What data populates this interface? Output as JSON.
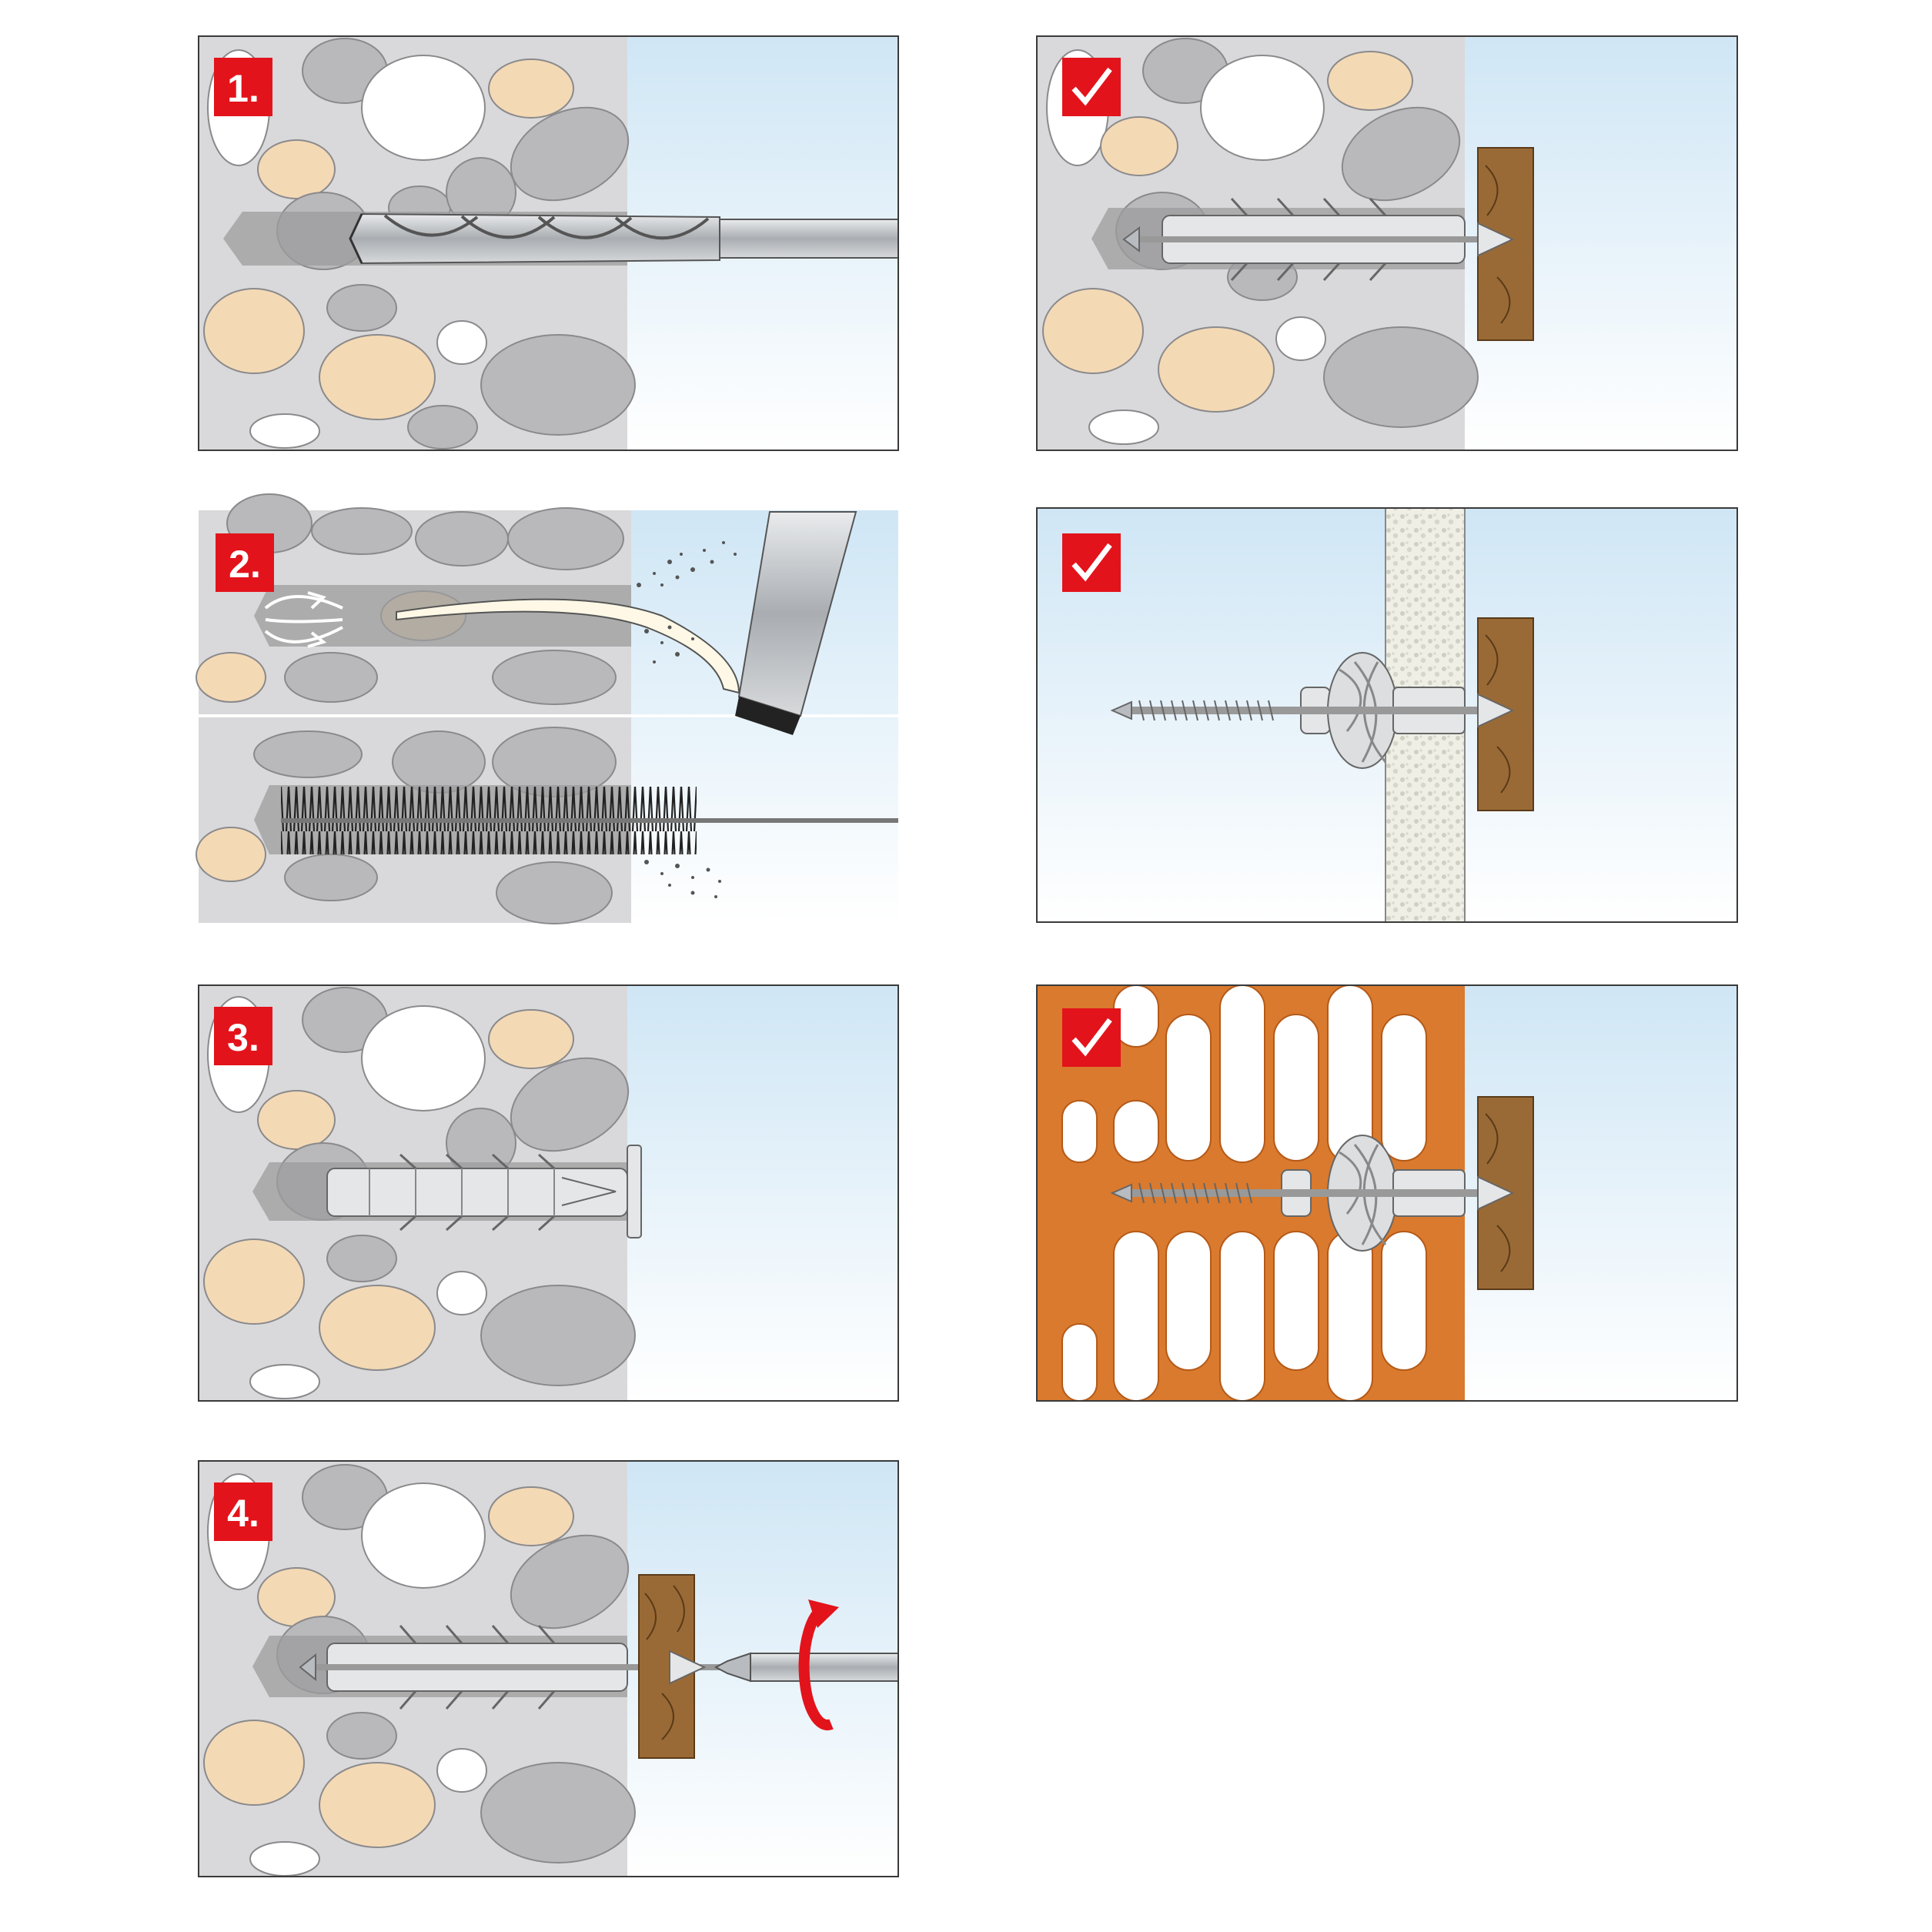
{
  "colors": {
    "background": "#ffffff",
    "panel_border": "#3a3a3a",
    "wall_concrete": "#d9d9db",
    "stone_grey": "#b9b9bb",
    "stone_sand": "#f4d9b5",
    "stone_white": "#ffffff",
    "sky_top": "#cfe6f5",
    "sky_bottom": "#ffffff",
    "badge_red": "#e3131b",
    "wood": "#9a6a36",
    "brick_orange": "#d97a2e",
    "insulation": "#efefe6",
    "metal": "#b8bcc0",
    "rotation_arrow": "#e3131b"
  },
  "steps": [
    {
      "label": "1.",
      "action": "drill-hole"
    },
    {
      "label": "2.",
      "action": "clean-hole"
    },
    {
      "label": "3.",
      "action": "insert-plug"
    },
    {
      "label": "4.",
      "action": "tighten-screw"
    }
  ],
  "approved_substrates": [
    {
      "badge": "check-icon",
      "substrate": "concrete"
    },
    {
      "badge": "check-icon",
      "substrate": "insulation-board"
    },
    {
      "badge": "check-icon",
      "substrate": "perforated-brick"
    }
  ]
}
